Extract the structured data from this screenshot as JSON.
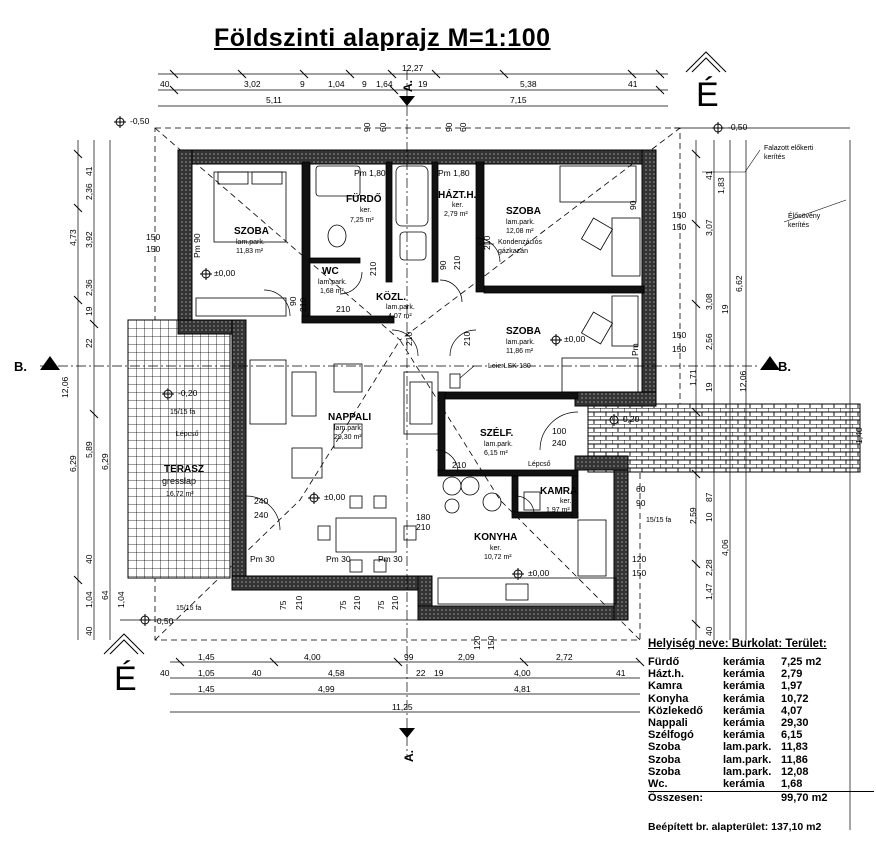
{
  "title": "Földszinti alaprajz M=1:100",
  "section_marks": {
    "a_top": "A.",
    "a_bottom": "A.",
    "b_left": "B.",
    "b_right": "B."
  },
  "north_mark": "É",
  "dimensions_top": {
    "overall": "12,27",
    "row1": [
      "40",
      "3,02",
      "9",
      "1,04",
      "9",
      "1,64",
      "19",
      "5,38",
      "41"
    ],
    "row2": [
      "5,11",
      "7,15"
    ]
  },
  "dimensions_bottom": {
    "row1": [
      "1,45",
      "4,00",
      "99",
      "2,09",
      "2,72"
    ],
    "row2": [
      "40",
      "1,05",
      "40",
      "4,58",
      "22",
      "19",
      "4,00",
      "41"
    ],
    "row3": [
      "1,45",
      "4,99",
      "4,81"
    ],
    "overall": "11,25"
  },
  "dimensions_left": {
    "outer": [
      "41",
      "2,36",
      "4,73",
      "3,92",
      "2,36",
      "19",
      "22",
      "12,06",
      "5,89",
      "6,29",
      "6,29",
      "40",
      "1,04",
      "64",
      "1,04",
      "40"
    ],
    "openings": [
      "150",
      "150"
    ]
  },
  "dimensions_right": {
    "outer": [
      "1,83",
      "41",
      "3,07",
      "6,62",
      "3,08",
      "19",
      "2,56",
      "1,71",
      "19",
      "12,06",
      "1,40",
      "2,59",
      "87",
      "10",
      "4,06",
      "2,28",
      "1,47",
      "40"
    ],
    "openings": [
      "150",
      "150",
      "150",
      "150",
      "120",
      "150",
      "60",
      "90"
    ]
  },
  "levels": {
    "outside_tl": "-0,50",
    "outside_tr": "-0,50",
    "outside_bl": "-0,50",
    "floor": "±0,00",
    "terrace": "-0,20",
    "entry": "-0,20"
  },
  "rooms": [
    {
      "name": "SZOBA",
      "finish": "lam.park.",
      "area": "11,83 m²"
    },
    {
      "name": "FÜRDŐ",
      "finish": "ker.",
      "area": "7,25 m²"
    },
    {
      "name": "HÁZT.H.",
      "finish": "ker.",
      "area": "2,79 m²"
    },
    {
      "name": "SZOBA",
      "finish": "lam.park.",
      "area": "12,08 m²"
    },
    {
      "name": "WC",
      "finish": "lam.park.",
      "area": "1,68 m²"
    },
    {
      "name": "KÖZL.",
      "finish": "lam.park.",
      "area": "4,07 m²"
    },
    {
      "name": "SZOBA",
      "finish": "lam.park.",
      "area": "11,86 m²"
    },
    {
      "name": "NAPPALI",
      "finish": "lam.park.",
      "area": "29,30 m²"
    },
    {
      "name": "SZÉLF.",
      "finish": "lam.park.",
      "area": "6,15 m²"
    },
    {
      "name": "KAMRA",
      "finish": "ker.",
      "area": "1,97 m²"
    },
    {
      "name": "KONYHA",
      "finish": "ker.",
      "area": "10,72 m²"
    },
    {
      "name": "TERASZ",
      "finish": "gresslap",
      "area": "16,72 m²"
    }
  ],
  "labels": {
    "fence_brick": "Falazott előkerti kerítés",
    "fence_hedge": "Élősövény kerítés",
    "boiler": "Kondenzációs gázkazán",
    "stove": "LeierLSK-180",
    "steps_terrace": "Lépcső",
    "steps_entry": "Lépcső",
    "step_wood_1": "15/15 fa",
    "step_wood_2": "15/15 fa",
    "step_wood_3": "15/15 fa"
  },
  "windows": [
    "Pm 1,80",
    "Pm 1,80",
    "Pm 90",
    "Pm 30",
    "Pm 30",
    "Pm 30",
    "Pm"
  ],
  "doors": [
    "90",
    "60",
    "90",
    "60",
    "210",
    "90",
    "210",
    "210",
    "90",
    "210",
    "210",
    "210",
    "210",
    "100",
    "240",
    "210",
    "240",
    "240",
    "180",
    "210",
    "75",
    "210",
    "75",
    "210",
    "75",
    "210",
    "120",
    "150",
    "90"
  ],
  "area_table": {
    "header": "Helyiség neve: Burkolat: Terület:",
    "rows": [
      [
        "Fürdő",
        "kerámia",
        "7,25 m2"
      ],
      [
        "Házt.h.",
        "kerámia",
        "2,79"
      ],
      [
        "Kamra",
        "kerámia",
        "1,97"
      ],
      [
        "Konyha",
        "kerámia",
        "10,72"
      ],
      [
        "Közlekedő",
        "kerámia",
        "4,07"
      ],
      [
        "Nappali",
        "kerámia",
        "29,30"
      ],
      [
        "Szélfogó",
        "kerámia",
        "6,15"
      ],
      [
        "Szoba",
        "lam.park.",
        "11,83"
      ],
      [
        "Szoba",
        "lam.park.",
        "11,86"
      ],
      [
        "Szoba",
        "lam.park.",
        "12,08"
      ],
      [
        "Wc.",
        "kerámia",
        "1,68"
      ]
    ],
    "total_label": "Összesen:",
    "total_value": "99,70 m2",
    "built_area": "Beépített br. alapterület: 137,10 m2"
  }
}
